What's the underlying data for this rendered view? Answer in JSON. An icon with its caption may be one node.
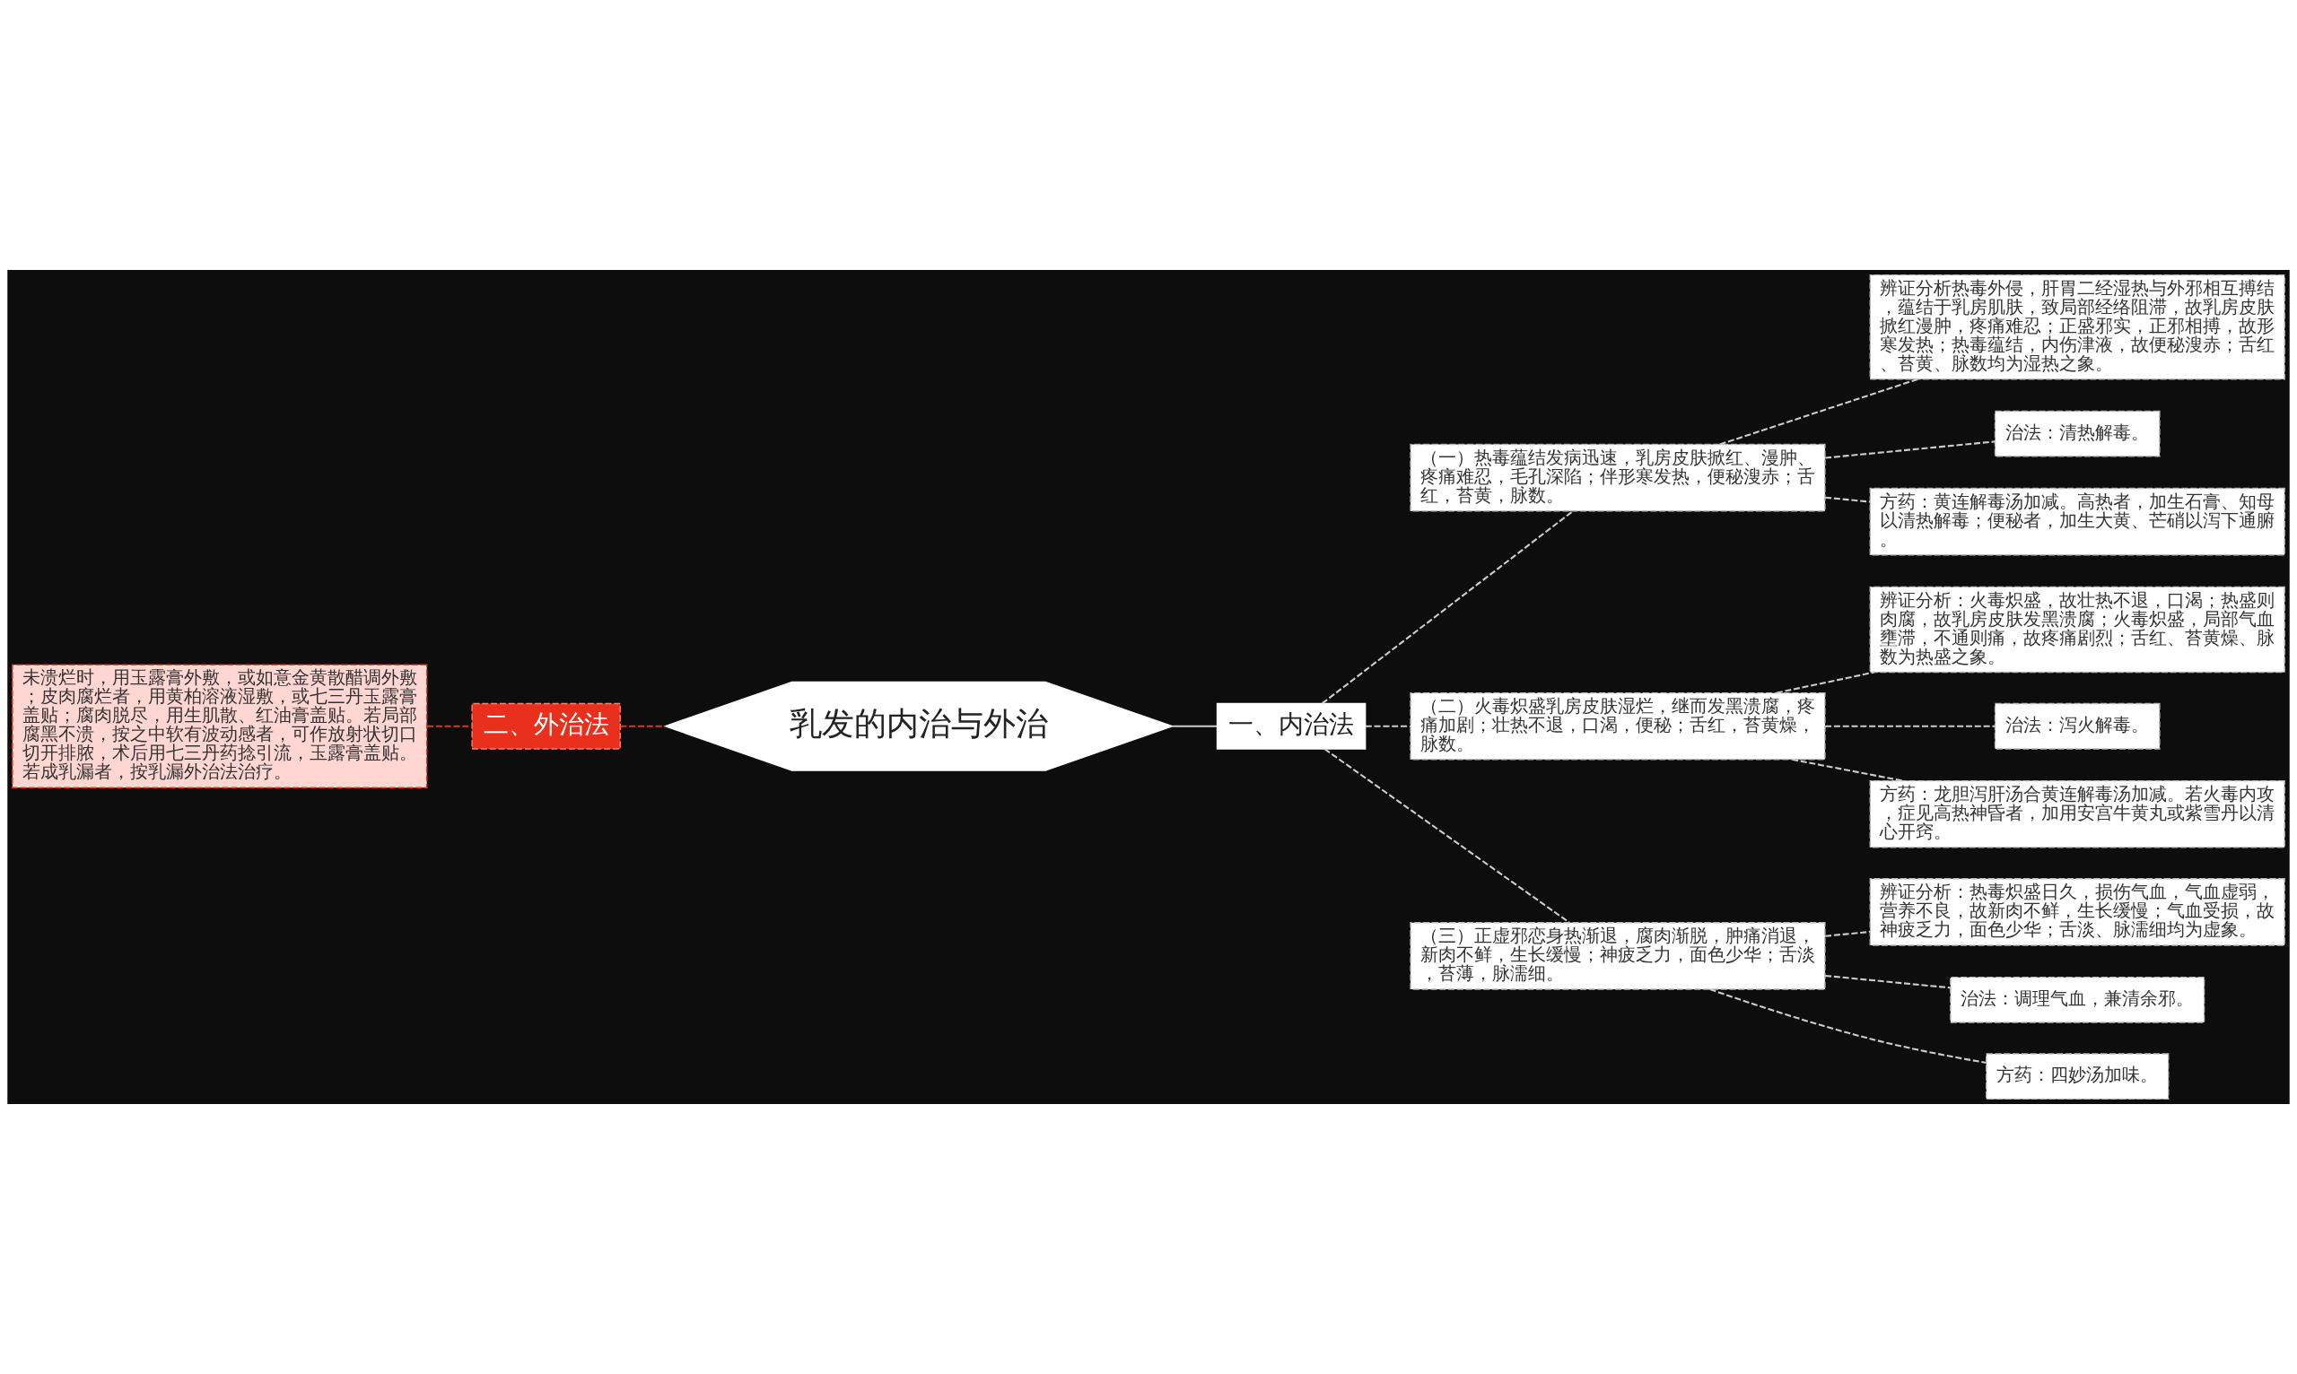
{
  "diagram": {
    "nodes": [
      {
        "text": [
          "乳发的内治与外治"
        ]
      },
      {
        "text": [
          "一、内治法"
        ]
      },
      {
        "text": [
          "（一）热毒蕴结发病迅速，乳房皮肤掀红、漫肿、疼痛难忍，毛孔深陷；伴形寒发热，便秘溲赤；舌红，苔黄，脉数。"
        ]
      },
      {
        "text": [
          "辨证分析热毒外侵，肝胃二经湿热与外邪相互搏结，蕴结于乳房肌肤，致局部经络阻滞，故乳房皮肤掀红漫肿，疼痛难忍；正盛邪实，正邪相搏，故形寒发热；热毒蕴结，内伤津液，故便秘溲赤；舌红、苔黄、脉数均为湿热之象。"
        ]
      },
      {
        "text": [
          "治法：清热解毒。"
        ]
      },
      {
        "text": [
          "方药：黄连解毒汤加减。高热者，加生石膏、知母以清热解毒；便秘者，加生大黄、芒硝以泻下通腑。"
        ]
      },
      {
        "text": [
          "（二）火毒炽盛乳房皮肤湿烂，继而发黑溃腐，疼痛加剧；壮热不退，口渴，便秘；舌红，苔黄燥，脉数。"
        ]
      },
      {
        "text": [
          "辨证分析：火毒炽盛，故壮热不退，口渴；热盛则肉腐，故乳房皮肤发黑溃腐；火毒炽盛，局部气血壅滞，不通则痛，故疼痛剧烈；舌红、苔黄燥、脉数为热盛之象。"
        ]
      },
      {
        "text": [
          "治法：泻火解毒。"
        ]
      },
      {
        "text": [
          "方药：龙胆泻肝汤合黄连解毒汤加减。若火毒内攻，症见高热神昏者，加用安宫牛黄丸或紫雪丹以清心开窍。"
        ]
      },
      {
        "text": [
          "（三）正虚邪恋身热渐退，腐肉渐脱，肿痛消退，新肉不鲜，生长缓慢；神疲乏力，面色少华；舌淡，苔薄，脉濡细。"
        ]
      },
      {
        "text": [
          "辨证分析：热毒炽盛日久，损伤气血，气血虚弱，营养不良，故新肉不鲜，生长缓慢；气血受损，故神疲乏力，面色少华；舌淡、脉濡细均为虚象。"
        ]
      },
      {
        "text": [
          "治法：调理气血，兼清余邪。"
        ]
      },
      {
        "text": [
          "方药：四妙汤加味。"
        ]
      },
      {
        "text": [
          "二、外治法"
        ]
      },
      {
        "text": [
          "未溃烂时，用玉露膏外敷，或如意金黄散醋调外敷；皮肉腐烂者，用黄柏溶液湿敷，或七三丹玉露膏盖贴；腐肉脱尽，用生肌散、红油膏盖贴。若局部腐黑不溃，按之中软有波动感者，可作放射状切口切开排脓，术后用七三丹药捻引流，玉露膏盖贴。若成乳漏者，按乳漏外治法治疗。"
        ]
      }
    ],
    "edges": [
      {
        "from": 0,
        "to": 1,
        "arrow": "none"
      },
      {
        "from": 1,
        "to": 2,
        "arrow": "none",
        "style": "dashed"
      },
      {
        "from": 2,
        "to": 3,
        "arrow": "none",
        "style": "dashed"
      },
      {
        "from": 2,
        "to": 4,
        "arrow": "none",
        "style": "dashed"
      },
      {
        "from": 2,
        "to": 5,
        "arrow": "none",
        "style": "dashed"
      },
      {
        "from": 1,
        "to": 6,
        "arrow": "none",
        "style": "dashed"
      },
      {
        "from": 6,
        "to": 7,
        "arrow": "none",
        "style": "dashed"
      },
      {
        "from": 6,
        "to": 8,
        "arrow": "none",
        "style": "dashed"
      },
      {
        "from": 6,
        "to": 9,
        "arrow": "none",
        "style": "dashed"
      },
      {
        "from": 1,
        "to": 10,
        "arrow": "none",
        "style": "dashed"
      },
      {
        "from": 10,
        "to": 11,
        "arrow": "none",
        "style": "dashed"
      },
      {
        "from": 10,
        "to": 12,
        "arrow": "none",
        "style": "dashed"
      },
      {
        "from": 10,
        "to": 13,
        "arrow": "none",
        "style": "dashed"
      },
      {
        "from": 0,
        "to": 14,
        "arrow": "none",
        "style": "dashed",
        "color": "#e8301c"
      },
      {
        "from": 14,
        "to": 15,
        "arrow": "none",
        "style": "dashed",
        "color": "#e8301c"
      }
    ]
  }
}
